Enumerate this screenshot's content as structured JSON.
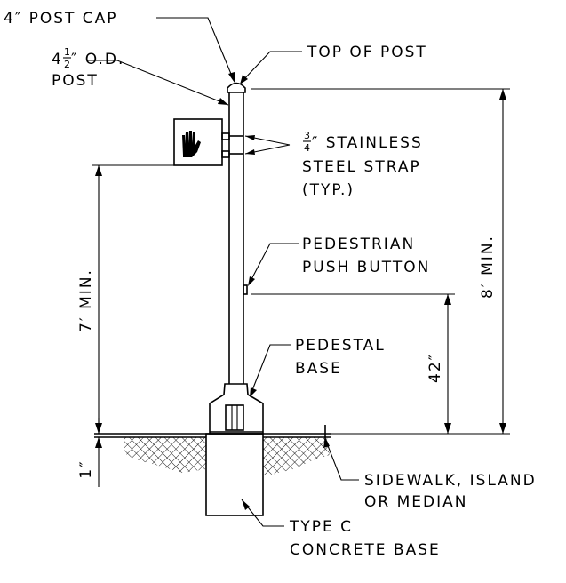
{
  "diagram": {
    "colors": {
      "ink": "#000000",
      "background": "#ffffff"
    },
    "labels": {
      "post_cap": "4″ POST CAP",
      "od_line1_whole": "4",
      "od_line1_num": "1",
      "od_line1_den": "2",
      "od_line1_rest": "″ O.D.",
      "od_line2": "POST",
      "top_of_post": "TOP OF POST",
      "strap_num": "3",
      "strap_den": "4",
      "strap_line1_rest": "″ STAINLESS",
      "strap_line2": "STEEL STRAP",
      "strap_line3": "(TYP.)",
      "push_button_line1": "PEDESTRIAN",
      "push_button_line2": "PUSH BUTTON",
      "pedestal_line1": "PEDESTAL",
      "pedestal_line2": "BASE",
      "sidewalk_line1": "SIDEWALK, ISLAND",
      "sidewalk_line2": "OR MEDIAN",
      "concrete_line1": "TYPE C",
      "concrete_line2": "CONCRETE BASE"
    },
    "dimensions": {
      "sign_height": "7′ MIN.",
      "post_height": "8′ MIN.",
      "button_height": "42″",
      "base_above_grade": "1″"
    },
    "icons": {
      "sign_face": "hand-icon"
    }
  }
}
